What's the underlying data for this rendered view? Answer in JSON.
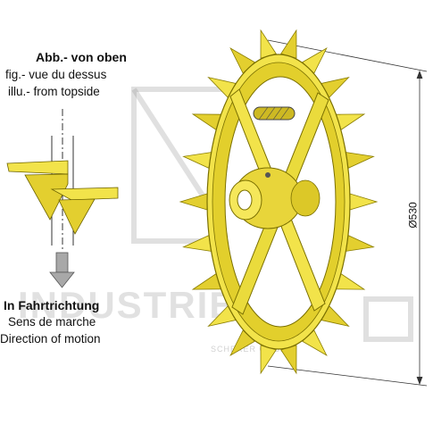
{
  "labels": {
    "top_view_de": "Abb.- von oben",
    "top_view_fr": "fig.- vue du dessus",
    "top_view_en": "illu.- from topside",
    "direction_de": "In Fahrtrichtung",
    "direction_fr": "Sens de marche",
    "direction_en": "Direction of motion"
  },
  "dimension": {
    "diameter": "Ø530"
  },
  "watermark": {
    "main": "INDUSTRIEHOF",
    "sub": "SCHERER GMBH"
  },
  "colors": {
    "wheel_fill": "#f2e34a",
    "wheel_edge": "#8a7d00",
    "line": "#333333",
    "arrow": "#9a9a9a"
  },
  "icons": {
    "arrow": "down-arrow-icon"
  }
}
